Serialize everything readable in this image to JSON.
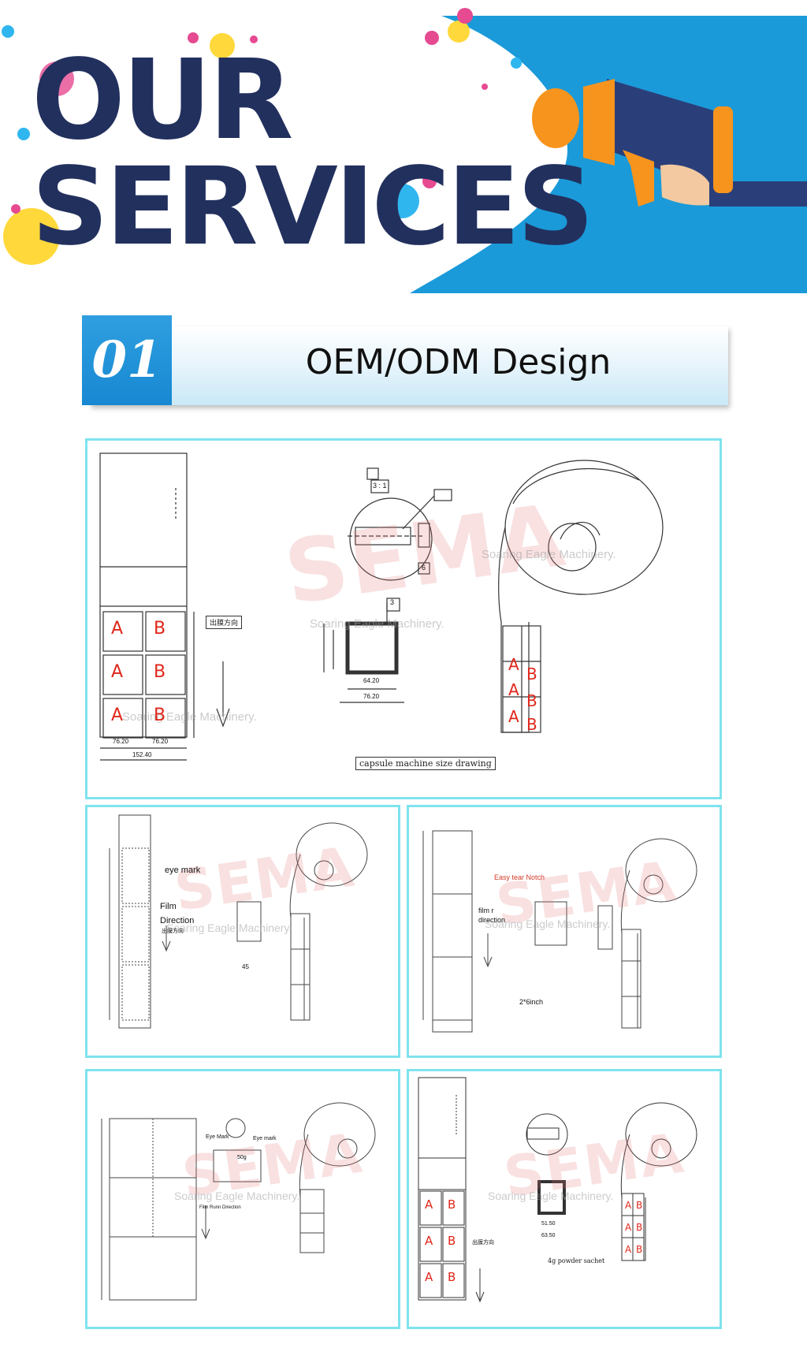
{
  "banner": {
    "title_line1": "OUR",
    "title_line2": "SERVICES",
    "icon": "megaphone-icon",
    "colors": {
      "title": "#22305e",
      "blue": "#1b9ad9",
      "orange": "#f7941d"
    }
  },
  "section": {
    "number": "01",
    "title": "OEM/ODM Design"
  },
  "watermark": {
    "logo": "SEMA",
    "company": "Soaring Eagle Machinery."
  },
  "panel1": {
    "cells": [
      "A",
      "B",
      "A",
      "B",
      "A",
      "B"
    ],
    "direction_label": "出膜方向",
    "caption": "capsule machine size drawing",
    "dims": {
      "cell_w": "76.20",
      "total_w": "152.40",
      "inner": "64.20",
      "outer": "76.20",
      "scale": "3 : 1",
      "notch": "3",
      "small": "6"
    }
  },
  "panel2": {
    "eye_mark": "eye mark",
    "film": "Film",
    "direction": "Direction",
    "direction_cn": "出膜方向",
    "dim": "45"
  },
  "panel3": {
    "notch": "Easy tear Notch",
    "film": "film r",
    "direction": "direction",
    "size": "2*6inch"
  },
  "panel4": {
    "eye_mark_1": "Eye Mark",
    "eye_mark_2": "Eye mark",
    "film_dir": "Film Runn Direction",
    "weight": "50g"
  },
  "panel5": {
    "cells": [
      "A",
      "B",
      "A",
      "B",
      "A",
      "B"
    ],
    "direction_cn": "出膜方向",
    "caption": "4g  powder sachet",
    "dim_inner": "51.50",
    "dim_outer": "63.50"
  }
}
